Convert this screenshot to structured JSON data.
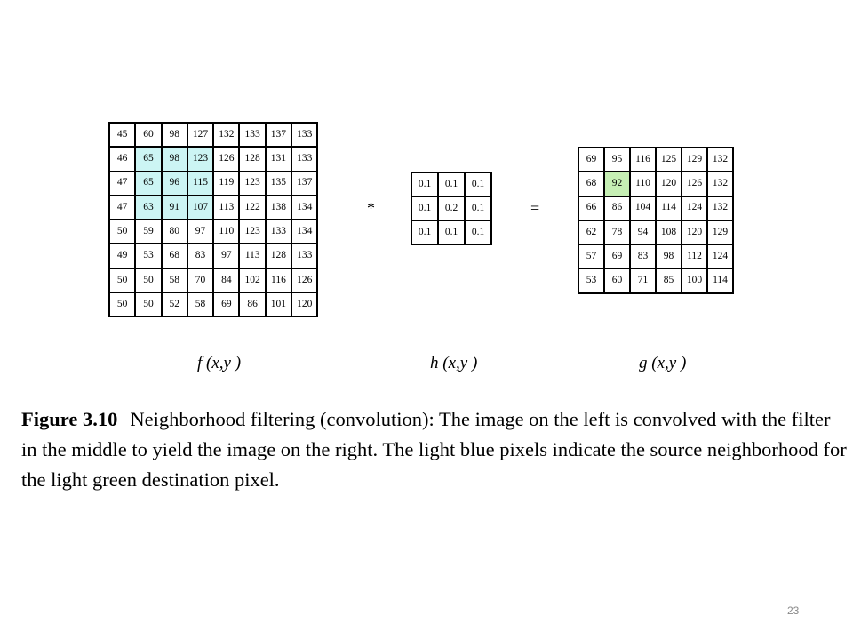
{
  "figure": {
    "f_grid": [
      [
        "45",
        "60",
        "98",
        "127",
        "132",
        "133",
        "137",
        "133"
      ],
      [
        "46",
        "65",
        "98",
        "123",
        "126",
        "128",
        "131",
        "133"
      ],
      [
        "47",
        "65",
        "96",
        "115",
        "119",
        "123",
        "135",
        "137"
      ],
      [
        "47",
        "63",
        "91",
        "107",
        "113",
        "122",
        "138",
        "134"
      ],
      [
        "50",
        "59",
        "80",
        "97",
        "110",
        "123",
        "133",
        "134"
      ],
      [
        "49",
        "53",
        "68",
        "83",
        "97",
        "113",
        "128",
        "133"
      ],
      [
        "50",
        "50",
        "58",
        "70",
        "84",
        "102",
        "116",
        "126"
      ],
      [
        "50",
        "50",
        "52",
        "58",
        "69",
        "86",
        "101",
        "120"
      ]
    ],
    "h_grid": [
      [
        "0.1",
        "0.1",
        "0.1"
      ],
      [
        "0.1",
        "0.2",
        "0.1"
      ],
      [
        "0.1",
        "0.1",
        "0.1"
      ]
    ],
    "g_grid": [
      [
        "69",
        "95",
        "116",
        "125",
        "129",
        "132"
      ],
      [
        "68",
        "92",
        "110",
        "120",
        "126",
        "132"
      ],
      [
        "66",
        "86",
        "104",
        "114",
        "124",
        "132"
      ],
      [
        "62",
        "78",
        "94",
        "108",
        "120",
        "129"
      ],
      [
        "57",
        "69",
        "83",
        "98",
        "112",
        "124"
      ],
      [
        "53",
        "60",
        "71",
        "85",
        "100",
        "114"
      ]
    ],
    "source_neighborhood": {
      "rows": [
        1,
        3
      ],
      "cols": [
        1,
        3
      ]
    },
    "destination_pixel": {
      "row": 1,
      "col": 1
    },
    "operator_convolve": "*",
    "operator_equals": "=",
    "labels": {
      "f": "f (x,y )",
      "h": "h (x,y )",
      "g": "g (x,y )"
    },
    "colors": {
      "source_highlight": "#ccf5f4",
      "destination_highlight": "#c6efb4"
    }
  },
  "caption": {
    "figure_number": "Figure 3.10",
    "text": "Neighborhood filtering (convolution): The image on the left is convolved with the filter in the middle to yield the image on the right. The light blue pixels indicate the source neighborhood for the light green destination pixel."
  },
  "page_number": "23"
}
